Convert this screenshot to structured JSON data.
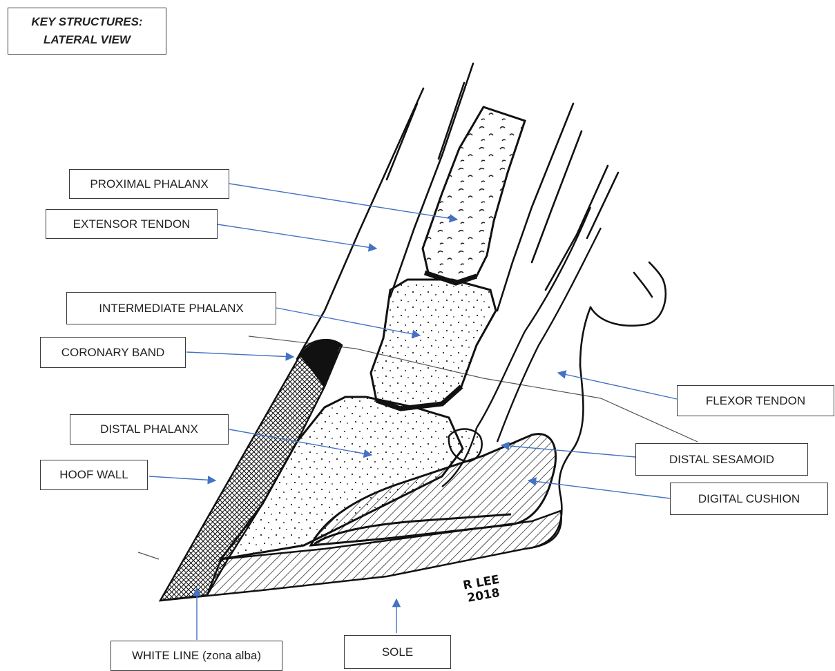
{
  "title": {
    "line1": "KEY STRUCTURES:",
    "line2": "LATERAL VIEW"
  },
  "labels": {
    "proximal_phalanx": "PROXIMAL PHALANX",
    "extensor_tendon": "EXTENSOR TENDON",
    "intermediate_phalanx": "INTERMEDIATE PHALANX",
    "coronary_band": "CORONARY BAND",
    "distal_phalanx": "DISTAL PHALANX",
    "hoof_wall": "HOOF WALL",
    "flexor_tendon": "FLEXOR TENDON",
    "distal_sesamoid": "DISTAL SESAMOID",
    "digital_cushion": "DIGITAL CUSHION",
    "white_line": "WHITE LINE (zona alba)",
    "sole": "SOLE"
  },
  "signature": {
    "name": "R LEE",
    "year": "2018"
  },
  "colors": {
    "arrow": "#4472C4",
    "ink": "#111111",
    "box_border": "#3a3a3a"
  }
}
